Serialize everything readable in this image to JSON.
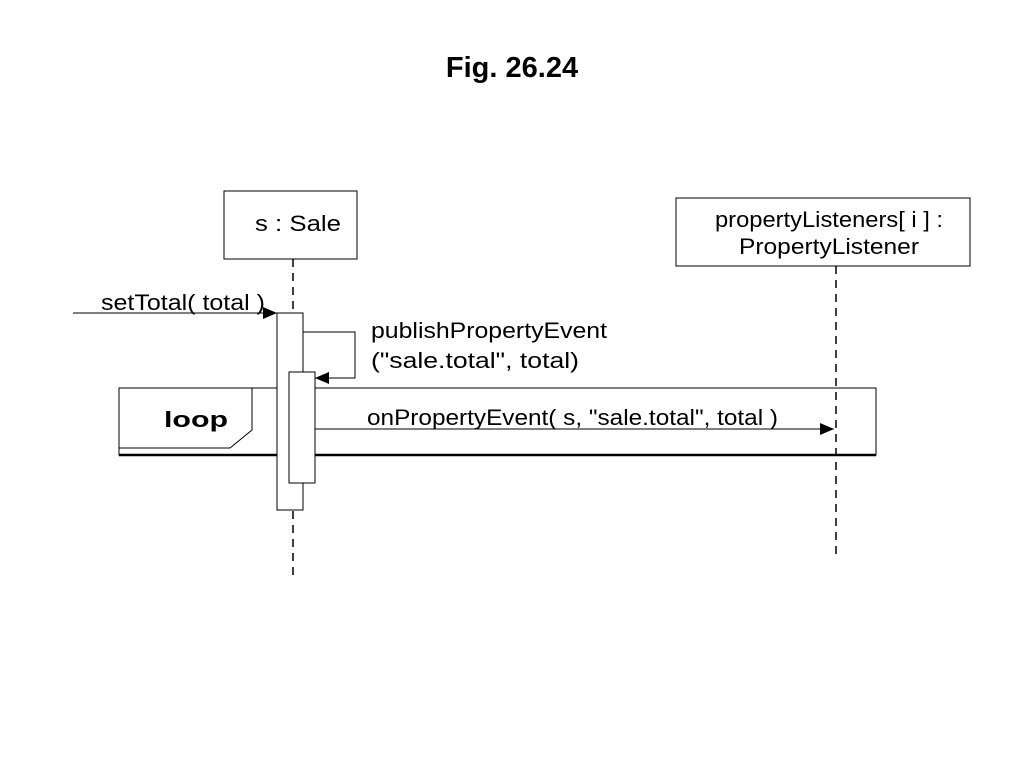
{
  "title": "Fig. 26.24",
  "lifelines": [
    {
      "label": "s : Sale"
    },
    {
      "label_line1": "propertyListeners[ i ] :",
      "label_line2": "PropertyListener"
    }
  ],
  "messages": {
    "incoming": "setTotal( total )",
    "self_call_line1": "publishPropertyEvent",
    "self_call_line2": "(\"sale.total\", total)",
    "loop_call": "onPropertyEvent( s, \"sale.total\", total )"
  },
  "fragment": {
    "operator": "loop"
  }
}
